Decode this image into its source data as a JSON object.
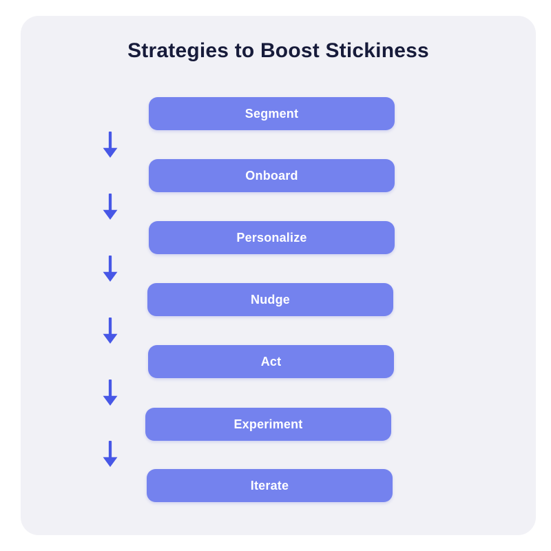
{
  "title": "Strategies to Boost Stickiness",
  "steps": [
    {
      "label": "Segment"
    },
    {
      "label": "Onboard"
    },
    {
      "label": "Personalize"
    },
    {
      "label": "Nudge"
    },
    {
      "label": "Act"
    },
    {
      "label": "Experiment"
    },
    {
      "label": "Iterate"
    }
  ],
  "connector": {
    "icon": "down-arrow-icon",
    "glyph": "↓",
    "count": 6
  },
  "colors": {
    "page_bg": "#ffffff",
    "card_bg": "#f1f1f6",
    "step_fill": "#7482ee",
    "step_text": "#ffffff",
    "arrow": "#4757e6",
    "title_text": "#171b3a"
  }
}
